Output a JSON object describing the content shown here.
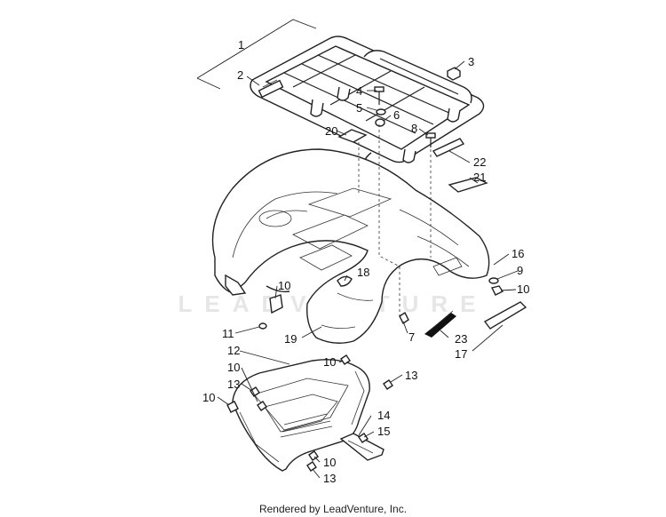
{
  "watermark": "LEADVENTURE",
  "footer": "Rendered by LeadVenture, Inc.",
  "callouts": {
    "c1": "1",
    "c2": "2",
    "c3": "3",
    "c4": "4",
    "c5": "5",
    "c6": "6",
    "c7": "7",
    "c8": "8",
    "c9": "9",
    "c10a": "10",
    "c10b": "10",
    "c10c": "10",
    "c10d": "10",
    "c10e": "10",
    "c10f": "10",
    "c11": "11",
    "c12": "12",
    "c13a": "13",
    "c13b": "13",
    "c13c": "13",
    "c14": "14",
    "c15": "15",
    "c16": "16",
    "c17": "17",
    "c18": "18",
    "c19": "19",
    "c20": "20",
    "c21": "21",
    "c22": "22",
    "c23": "23"
  }
}
